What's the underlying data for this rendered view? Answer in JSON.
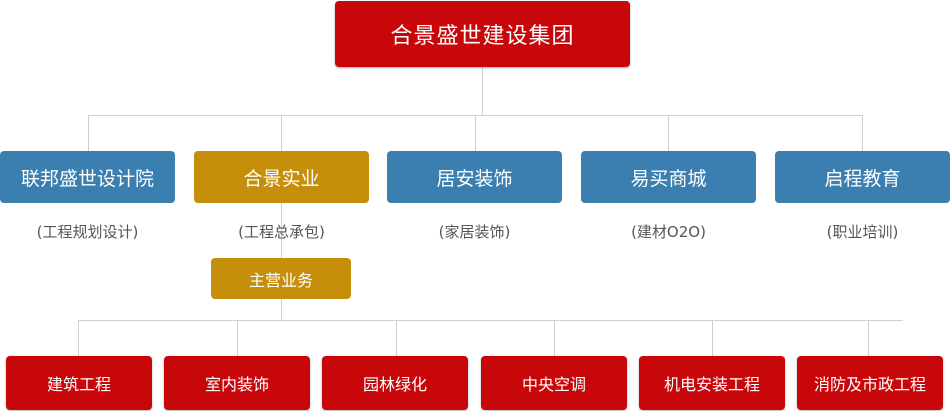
{
  "root": {
    "title": "合景盛世建设集团"
  },
  "divisions": [
    {
      "name": "联邦盛世设计院",
      "note": "(工程规划设计)"
    },
    {
      "name": "合景实业",
      "note": "(工程总承包)"
    },
    {
      "name": "居安装饰",
      "note": "(家居装饰)"
    },
    {
      "name": "易买商城",
      "note": "(建材O2O)"
    },
    {
      "name": "启程教育",
      "note": "(职业培训)"
    }
  ],
  "main_business": {
    "label": "主营业务"
  },
  "businesses": [
    "建筑工程",
    "室内装饰",
    "园林绿化",
    "中央空调",
    "机电安装工程",
    "消防及市政工程"
  ],
  "colors": {
    "red": "#c8070b",
    "blue": "#3a7fb0",
    "gold": "#c58f0c",
    "connector": "#cfcfcf"
  }
}
